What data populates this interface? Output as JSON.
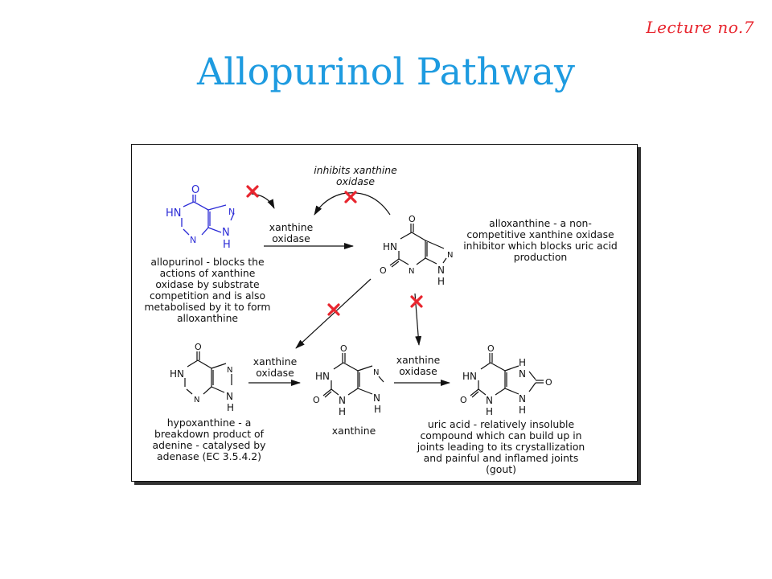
{
  "header": {
    "lecture": "Lecture no.7",
    "title": "Allopurinol Pathway"
  },
  "diagram": {
    "inhibits_label": "inhibits xanthine oxidase",
    "enzyme_top": "xanthine oxidase",
    "enzyme_bottom_left": "xanthine oxidase",
    "enzyme_bottom_right": "xanthine oxidase",
    "allopurinol_caption": "allopurinol - blocks the actions of xanthine oxidase by substrate competition and is also metabolised by it to form alloxanthine",
    "alloxanthine_caption": "alloxanthine - a non-competitive xanthine oxidase inhibitor which blocks uric acid production",
    "hypoxanthine_caption": "hypoxanthine - a breakdown product of adenine - catalysed by adenase (EC 3.5.4.2)",
    "xanthine_caption": "xanthine",
    "uric_acid_caption": "uric acid - relatively insoluble compound which can build up in joints leading to its crystallization and painful and inflamed joints (gout)"
  },
  "molecules": {
    "allopurinol": [
      "O",
      "HN",
      "N",
      "N",
      "N",
      "H"
    ],
    "alloxanthine": [
      "O",
      "HN",
      "O",
      "N",
      "N",
      "N",
      "H"
    ],
    "hypoxanthine": [
      "O",
      "HN",
      "N",
      "N",
      "N",
      "H"
    ],
    "xanthine": [
      "O",
      "HN",
      "O",
      "N",
      "H",
      "N",
      "N",
      "H"
    ],
    "uric_acid": [
      "O",
      "HN",
      "O",
      "N",
      "H",
      "H",
      "N",
      "N",
      "H",
      "O"
    ]
  },
  "colors": {
    "title": "#1e9be0",
    "lecture": "#e8252e",
    "inhibit_mark": "#e8252e",
    "allopurinol": "#2b2bd6"
  }
}
